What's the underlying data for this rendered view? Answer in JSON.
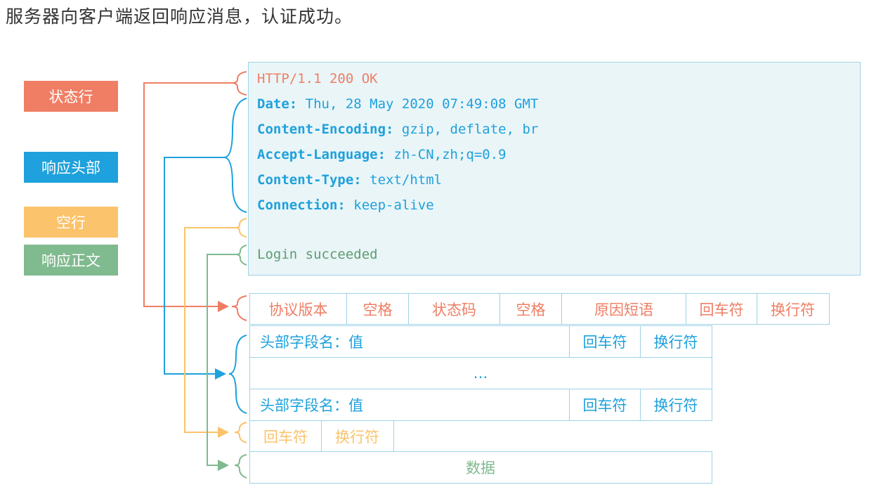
{
  "title": "服务器向客户端返回响应消息，认证成功。",
  "colors": {
    "status": "#ef7e64",
    "header": "#1ea1dc",
    "blank": "#fbc36b",
    "body": "#80ba8f",
    "border": "#9fd3e6"
  },
  "legend": {
    "status": "状态行",
    "header": "响应头部",
    "blank": "空行",
    "body": "响应正文"
  },
  "response": {
    "status_line": "HTTP/1.1 200 OK",
    "headers": [
      {
        "key": "Date:",
        "value": " Thu, 28 May 2020 07:49:08 GMT"
      },
      {
        "key": "Content-Encoding:",
        "value": " gzip, deflate, br"
      },
      {
        "key": "Accept-Language:",
        "value": " zh-CN,zh;q=0.9"
      },
      {
        "key": "Content-Type:",
        "value": " text/html"
      },
      {
        "key": "Connection:",
        "value": " keep-alive"
      }
    ],
    "body": "Login succeeded"
  },
  "format": {
    "status_row": [
      "协议版本",
      "空格",
      "状态码",
      "空格",
      "原因短语",
      "回车符",
      "换行符"
    ],
    "header_row": [
      "头部字段名：值",
      "回车符",
      "换行符"
    ],
    "ellipsis": "…",
    "blank_row": [
      "回车符",
      "换行符"
    ],
    "data": "数据"
  }
}
